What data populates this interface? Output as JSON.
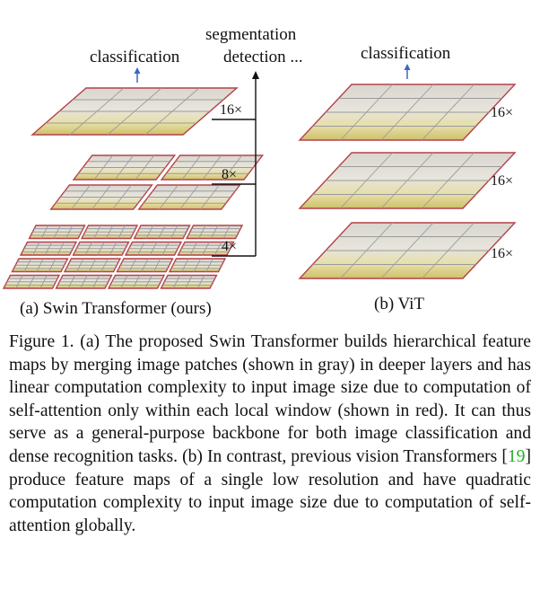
{
  "figure": {
    "left": {
      "top_label": "classification",
      "side_label_1": "segmentation",
      "side_label_2": "detection ...",
      "multipliers": [
        "16×",
        "8×",
        "4×"
      ],
      "subcaption": "(a) Swin Transformer (ours)"
    },
    "right": {
      "top_label": "classification",
      "multipliers": [
        "16×",
        "16×",
        "16×"
      ],
      "subcaption": "(b) ViT"
    },
    "colors": {
      "window_border": "#b5414a",
      "patch_grid": "#9a9a9a",
      "arrow_blue": "#3a66c4",
      "citation": "#22b022"
    }
  },
  "caption": {
    "part1": "Figure 1. (a) The proposed Swin Transformer builds hierarchical feature maps by merging image patches (shown in gray) in deeper layers and has linear computation complexity to input image size due to computation of self-attention only within each local window (shown in red). It can thus serve as a general-purpose backbone for both image classification and dense recognition tasks. (b) In contrast, previous vision Transformers [",
    "citation": "19",
    "part2": "] produce feature maps of a single low resolution and have quadratic computation complexity to input image size due to computation of self-attention globally."
  }
}
